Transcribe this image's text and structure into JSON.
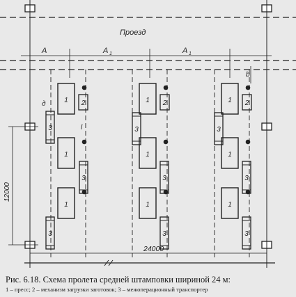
{
  "labels": {
    "passage": "Проезд",
    "A": "A",
    "A1_left": "A",
    "A1_right": "A",
    "sub_1": "1",
    "dim_b": "b",
    "dim_d": "д",
    "dim_l": "l",
    "dim_width": "24000",
    "dim_height": "12000"
  },
  "equipment": {
    "press": "1",
    "loader": "2",
    "conveyor": "3"
  },
  "caption": {
    "title": "Рис. 6.18. Схема пролета средней штамповки шириной 24 м:",
    "legend": "1 – пресс; 2 – механизм загрузки заготовок; 3 – межоперационный транспортер"
  },
  "colors": {
    "background": "#e9e9e9",
    "ink": "#222222"
  }
}
